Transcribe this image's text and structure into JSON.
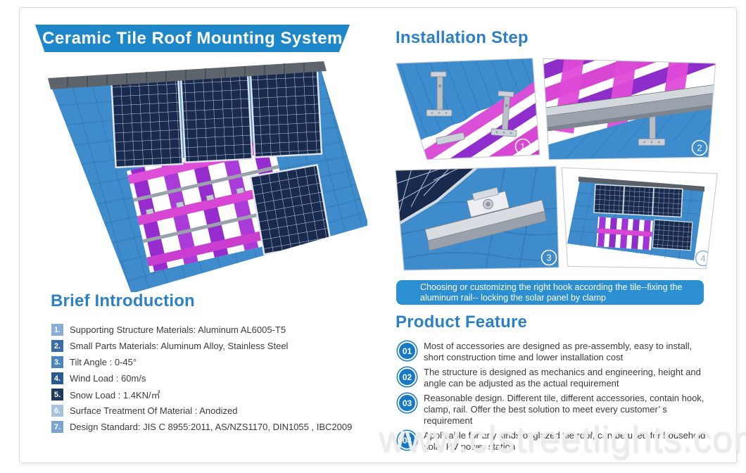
{
  "page": {
    "title": "Ceramic Tile Roof Mounting System",
    "watermark": "www.clstreetlights.com"
  },
  "brief": {
    "heading": "Brief Introduction",
    "items": [
      {
        "num": "1.",
        "text": "Supporting Structure Materials: Aluminum  AL6005-T5"
      },
      {
        "num": "2.",
        "text": "Small Parts Materials: Aluminum Alloy, Stainless Steel"
      },
      {
        "num": "3.",
        "text": "Tilt Angle : 0-45°"
      },
      {
        "num": "4.",
        "text": "Wind Load : 60m/s"
      },
      {
        "num": "5.",
        "text": "Snow Load : 1.4KN/㎡"
      },
      {
        "num": "6.",
        "text": "Surface Treatment Of Material : Anodized"
      },
      {
        "num": "7.",
        "text": "Design Standard: JIS C 8955:2011, AS/NZS1170, DIN1055 , IBC2009"
      }
    ]
  },
  "installation": {
    "heading": "Installation Step",
    "steps": [
      {
        "num": "1"
      },
      {
        "num": "2"
      },
      {
        "num": "3"
      },
      {
        "num": "4"
      }
    ],
    "caption": "Choosing or customizing the right hook according the tile--fixing the aluminum rail-- locking the solar panel by clamp"
  },
  "features": {
    "heading": "Product Feature",
    "items": [
      {
        "num": "01",
        "text": "Most of accessories are designed as pre-assembly, easy to install, short construction time and lower installation cost"
      },
      {
        "num": "02",
        "text": "The structure is designed as mechanics and engineering, height and angle can be adjusted as the actual requirement"
      },
      {
        "num": "03",
        "text": "Reasonable design. Different tile, different accessories, contain hook, clamp, rail. Offer the best solution to meet every customer’ s requirement"
      },
      {
        "num": "04",
        "text": "Applicable for any kinds of glazed tile roof, can be used for household solar PV power station"
      }
    ]
  },
  "colors": {
    "banner_blue": "#1e87c9",
    "heading_blue": "#2c80c6",
    "caption_blue": "#2b8fd2",
    "feature_badge_blue": "#1779c4",
    "roof_blue": "#3e8ccb",
    "tile_line_blue": "#2d6ea8",
    "batten_pink": "#d747d4",
    "batten_purple": "#8d2ecb",
    "panel_navy": "#182a4d",
    "rail_gray": "#9aa2ac",
    "watermark_gray": "#e9ebed"
  }
}
